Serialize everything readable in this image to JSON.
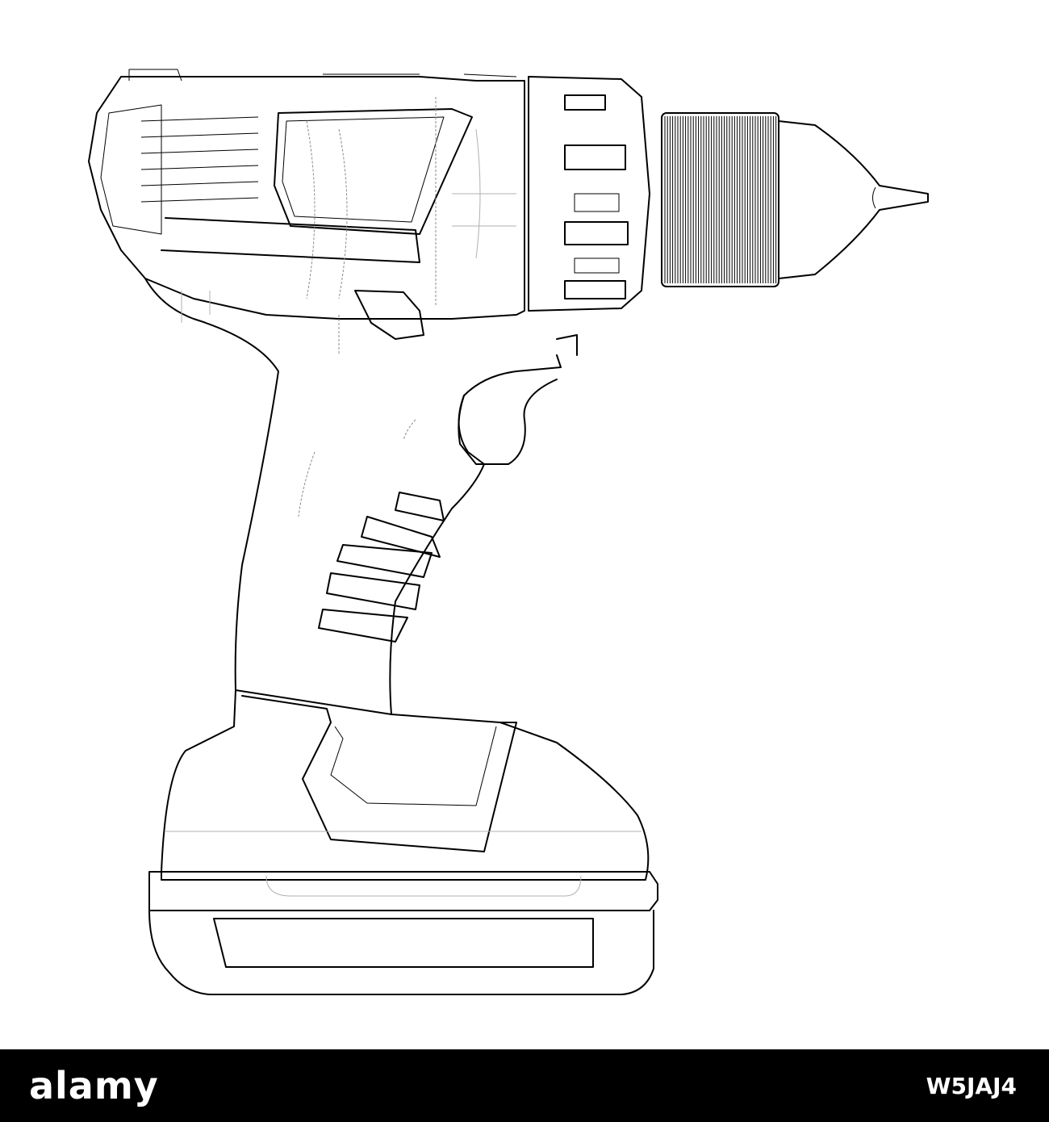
{
  "footer": {
    "logo_text": "alamy",
    "image_id": "W5JAJ4",
    "background": "#000000",
    "text_color": "#ffffff"
  },
  "illustration": {
    "subject": "cordless-drill-wireframe",
    "line_color": "#000000",
    "background": "#ffffff"
  }
}
